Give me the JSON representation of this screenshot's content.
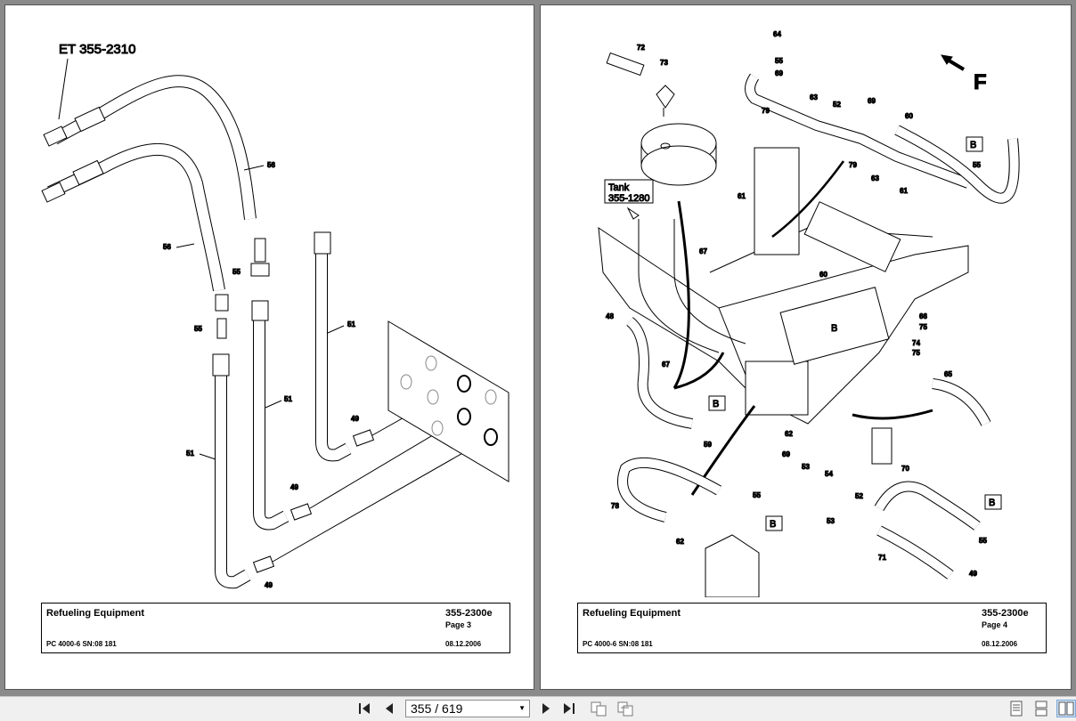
{
  "viewer": {
    "page_indicator": "355 / 619",
    "nav": {
      "first": "first-page",
      "prev": "previous-page",
      "next": "next-page",
      "last": "last-page"
    },
    "icons": [
      "first-page-icon",
      "prev-page-icon",
      "next-page-icon",
      "last-page-icon",
      "copy-icon",
      "paste-icon",
      "single-page-view-icon",
      "continuous-view-icon",
      "two-page-view-icon"
    ]
  },
  "left_page": {
    "reference": "ET 355-2310",
    "callouts": [
      "56",
      "56",
      "55",
      "55",
      "51",
      "51",
      "51",
      "49",
      "49",
      "49"
    ],
    "title_block": {
      "title": "Refueling Equipment",
      "doc_number": "355-2300e",
      "page": "Page 3",
      "model": "PC 4000-6 SN:08 181",
      "date": "08.12.2006"
    }
  },
  "right_page": {
    "tank_label": "Tank",
    "tank_ref": "355-1280",
    "direction_label": "F",
    "detail_label": "B",
    "callouts": [
      "72",
      "73",
      "64",
      "55",
      "69",
      "63",
      "52",
      "69",
      "79",
      "60",
      "79",
      "63",
      "55",
      "61",
      "61",
      "67",
      "60",
      "48",
      "67",
      "66",
      "75",
      "74",
      "75",
      "65",
      "59",
      "62",
      "69",
      "53",
      "54",
      "52",
      "70",
      "78",
      "55",
      "53",
      "55",
      "62",
      "71",
      "49"
    ],
    "title_block": {
      "title": "Refueling Equipment",
      "doc_number": "355-2300e",
      "page": "Page 4",
      "model": "PC 4000-6 SN:08 181",
      "date": "08.12.2006"
    }
  }
}
